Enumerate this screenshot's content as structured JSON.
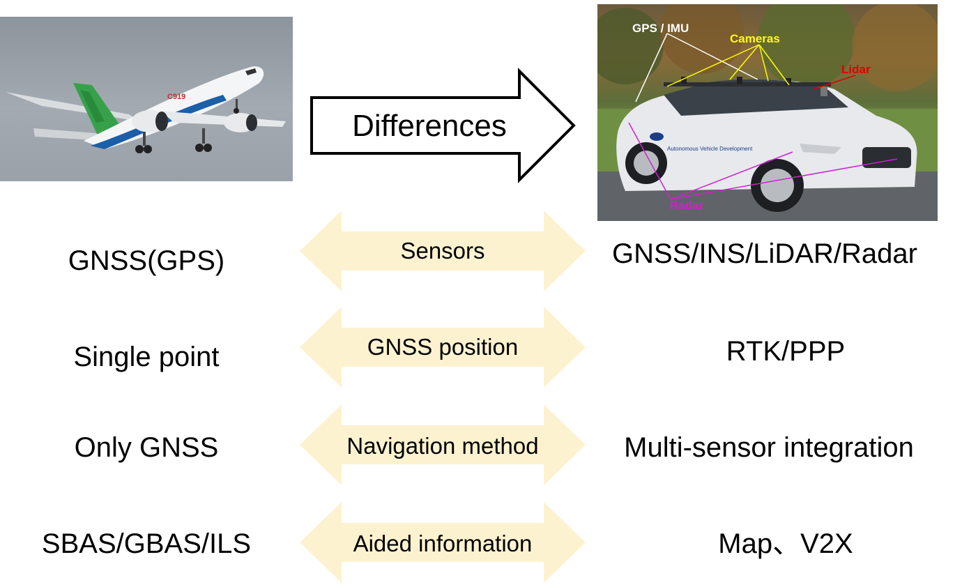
{
  "center_arrow": {
    "label": "Differences"
  },
  "car_labels": {
    "gps": "GPS / IMU",
    "cameras": "Cameras",
    "lidar": "Lidar",
    "radar": "Radar",
    "door_text": "Autonomous Vehicle Development"
  },
  "plane_tail_text": "C919",
  "rows": [
    {
      "category": "Sensors",
      "aircraft": "GNSS(GPS)",
      "vehicle": "GNSS/INS/LiDAR/Radar"
    },
    {
      "category": "GNSS position",
      "aircraft": "Single point",
      "vehicle": "RTK/PPP"
    },
    {
      "category": "Navigation method",
      "aircraft": "Only GNSS",
      "vehicle": "Multi-sensor integration"
    },
    {
      "category": "Aided information",
      "aircraft": "SBAS/GBAS/ILS",
      "vehicle": "Map、V2X"
    }
  ],
  "colors": {
    "double_arrow_fill": "#fdf2d0",
    "gps_label": "#ffffff",
    "cameras_label": "#ffff00",
    "lidar_label": "#e00000",
    "radar_label": "#d020d0"
  }
}
